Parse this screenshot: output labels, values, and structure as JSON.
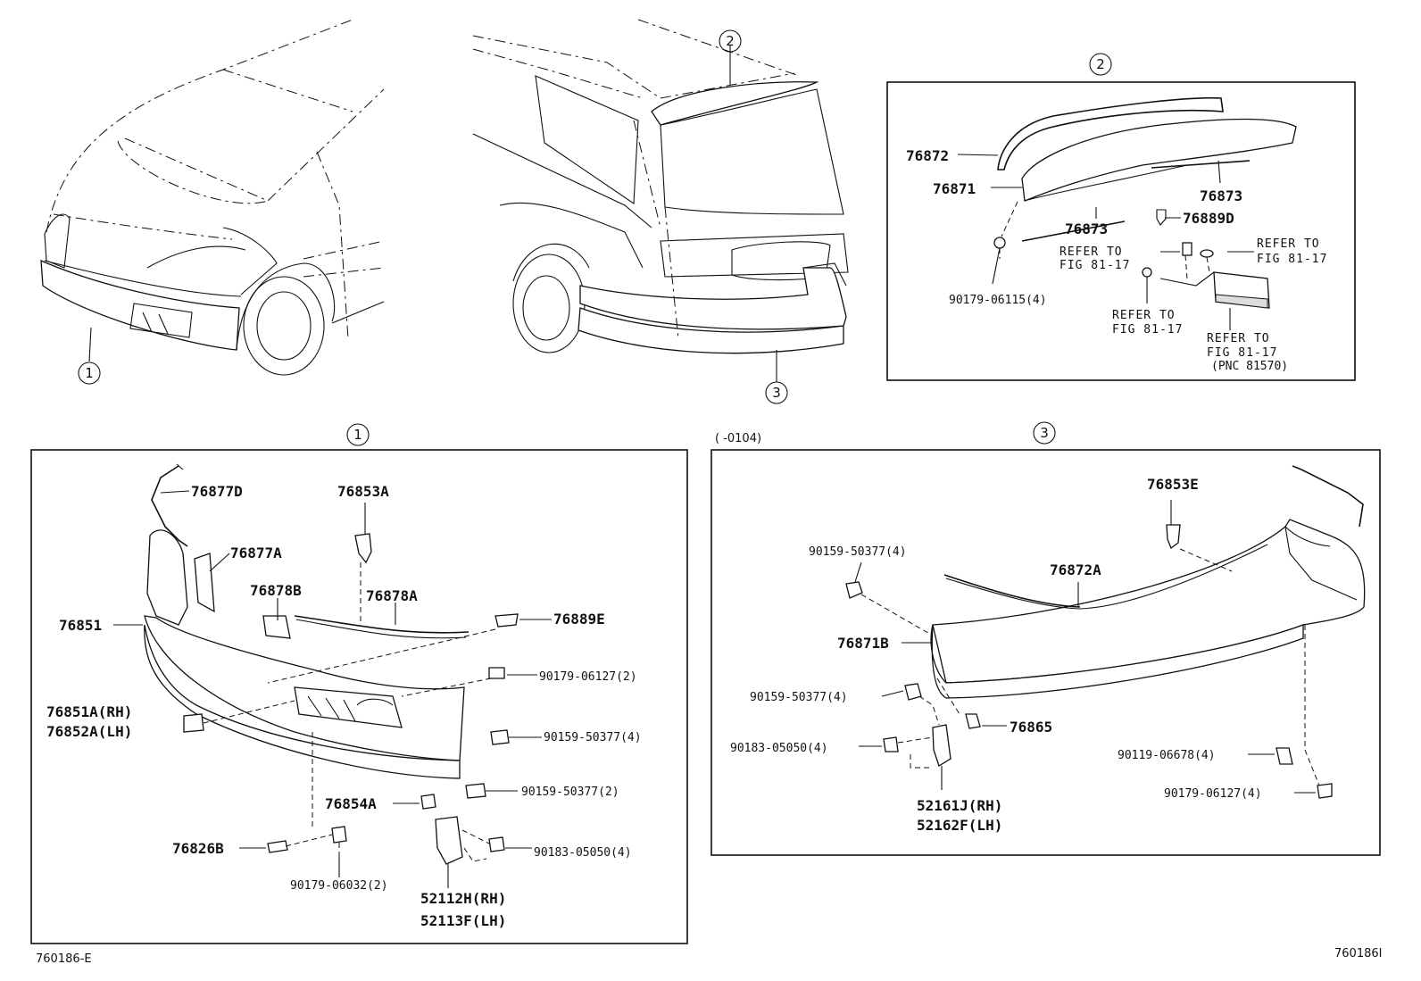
{
  "callouts": {
    "c1": "1",
    "c2": "2",
    "c3": "3"
  },
  "panel_spoiler": {
    "p76872": "76872",
    "p76871": "76871",
    "p76873_a": "76873",
    "p76873_b": "76873",
    "p76889D": "76889D",
    "p90179_06115": "90179-06115(4)",
    "ref_1a": "REFER TO",
    "ref_1b": "FIG 81-17",
    "ref_2a": "REFER TO",
    "ref_2b": "FIG 81-17",
    "ref_3a": "REFER TO",
    "ref_3b": "FIG 81-17",
    "ref_4a": "REFER TO",
    "ref_4b": "FIG 81-17",
    "ref_4c": "(PNC 81570)"
  },
  "panel_front": {
    "p76877D": "76877D",
    "p76853A": "76853A",
    "p76877A": "76877A",
    "p76878B": "76878B",
    "p76878A": "76878A",
    "p76851": "76851",
    "p76889E": "76889E",
    "p90179_06127": "90179-06127(2)",
    "p76851A": "76851A(RH)",
    "p76852A": "76852A(LH)",
    "p90159_50377_4": "90159-50377(4)",
    "p90159_50377_2": "90159-50377(2)",
    "p76854A": "76854A",
    "p76826B": "76826B",
    "p90183_05050": "90183-05050(4)",
    "p90179_06032": "90179-06032(2)",
    "p52112H": "52112H(RH)",
    "p52113F": "52113F(LH)"
  },
  "panel_rear": {
    "date_range": "(      -0104)",
    "p76853E": "76853E",
    "p90159_50377_a": "90159-50377(4)",
    "p76872A": "76872A",
    "p76871B": "76871B",
    "p90159_50377_b": "90159-50377(4)",
    "p76865": "76865",
    "p90183_05050": "90183-05050(4)",
    "p52161J": "52161J(RH)",
    "p52162F": "52162F(LH)",
    "p90119_06678": "90119-06678(4)",
    "p90179_06127": "90179-06127(4)"
  },
  "footer": {
    "left_code": "760186-E",
    "right_code": "760186I"
  }
}
